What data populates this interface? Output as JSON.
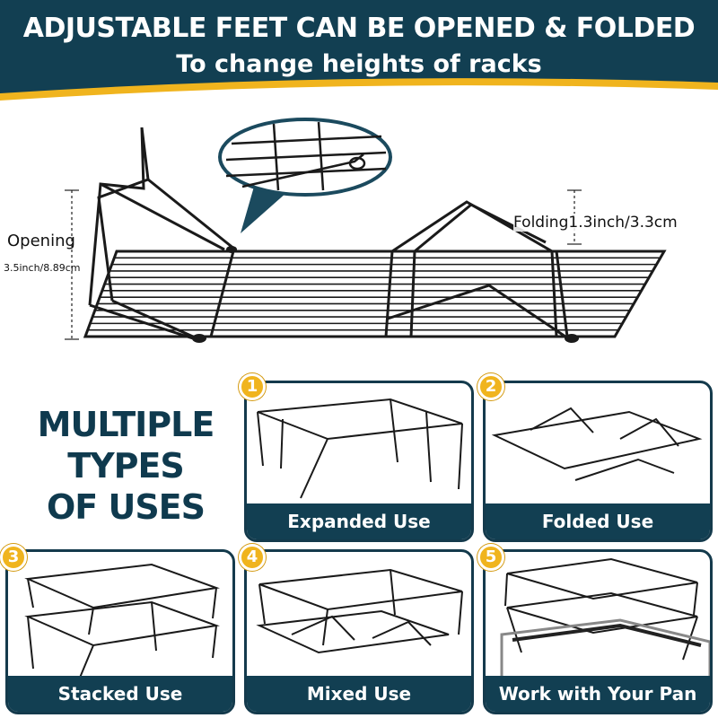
{
  "header": {
    "line1": "ADJUSTABLE FEET CAN BE OPENED & FOLDED",
    "line2": "To change heights of racks",
    "colors": {
      "navy": "#123f52",
      "gold": "#f0b41e"
    }
  },
  "hero": {
    "opening_label": "Opening",
    "opening_value": "3.5inch/8.89cm",
    "folding_label": "Folding1.3inch/3.3cm",
    "icons": [
      "cooling-rack-icon",
      "magnifier-callout-icon"
    ]
  },
  "uses": {
    "title_lines": [
      "MULTIPLE",
      "TYPES",
      "OF USES"
    ],
    "panels": [
      {
        "number": "1",
        "caption": "Expanded Use"
      },
      {
        "number": "2",
        "caption": "Folded Use"
      },
      {
        "number": "3",
        "caption": "Stacked Use"
      },
      {
        "number": "4",
        "caption": "Mixed Use"
      },
      {
        "number": "5",
        "caption": "Work with Your Pan"
      }
    ]
  }
}
